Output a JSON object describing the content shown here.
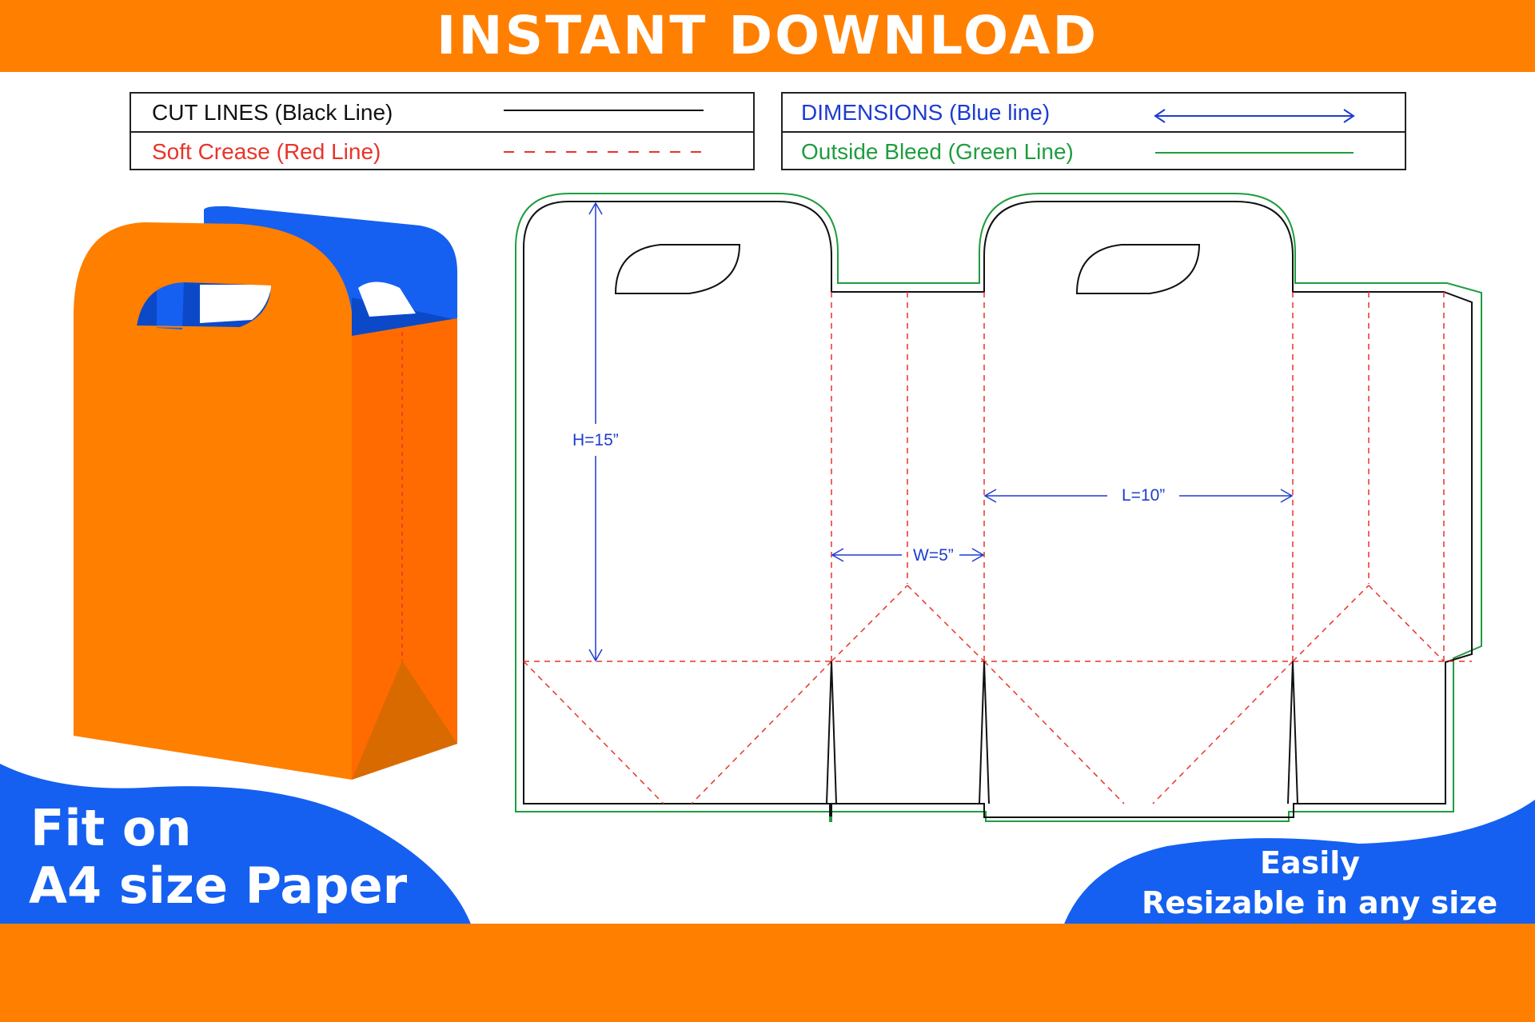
{
  "header": {
    "title": "INSTANT DOWNLOAD"
  },
  "legend": {
    "cut_lines": "CUT LINES (Black Line)",
    "soft_crease": "Soft Crease (Red Line)",
    "dimensions": "DIMENSIONS (Blue line)",
    "outside_bleed": "Outside Bleed (Green Line)"
  },
  "dieline": {
    "height_label": "H=15”",
    "length_label": "L=10”",
    "width_label": "W=5”"
  },
  "footer": {
    "fit_line1": "Fit on",
    "fit_line2": "A4 size Paper",
    "resize_line1": "Easily",
    "resize_line2": "Resizable in any size"
  },
  "colors": {
    "brand_orange": "#ff7f00",
    "brand_blue": "#1560f0",
    "cut_line": "#111111",
    "crease_line": "#e8342a",
    "dimension_line": "#1e3ccf",
    "bleed_line": "#1f9d40"
  }
}
